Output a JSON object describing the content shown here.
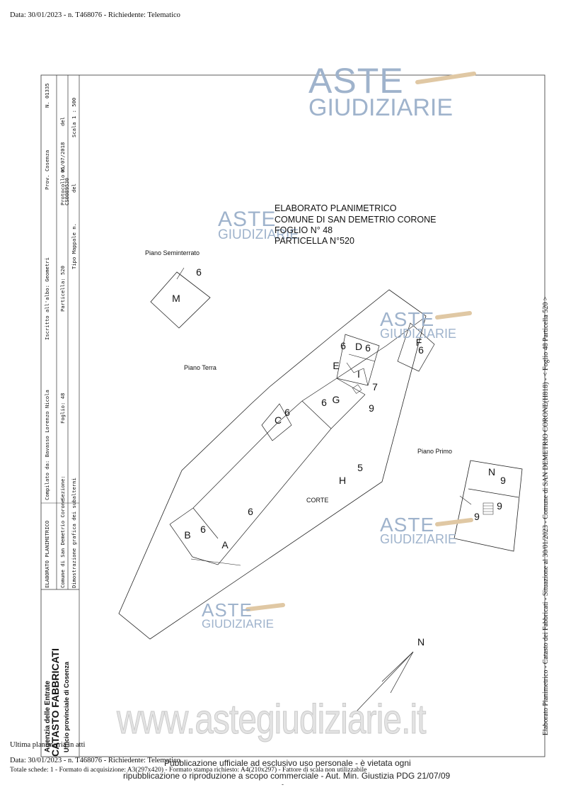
{
  "header": {
    "line": "Data: 30/01/2023 - n. T468076 - Richiedente: Telematico"
  },
  "title_block": {
    "line1": "ELABORATO PLANIMETRICO",
    "line2": "COMUNE DI SAN DEMETRIO CORONE",
    "line3": "FOGLIO N° 48",
    "line4": "PARTICELLA N°520"
  },
  "cartouche": {
    "title": "ELABORATO PLANIMETRICO",
    "compilato": "Compilato da: Bavasso Lorenzo Nicola",
    "iscritto": "Iscritto all'albo: Geometri",
    "prov": "Prov. Cosenza",
    "n_albo": "N. 01335",
    "comune": "Comune di San Demetrio Corone",
    "sezione": "Sezione:",
    "foglio": "Foglio: 48",
    "particella": "Particella: 520",
    "protocollo": "Protocollo n.",
    "prot_num": "CS0089530",
    "del": "del",
    "prot_date": "05/07/2018",
    "dimostrazione": "Dimostrazione grafica dei subalterni",
    "tipo_mappale": "Tipo Mappale n.",
    "del2": "del",
    "scala": "Scala 1 : 500"
  },
  "agency": {
    "line1": "Agenzia delle Entrate",
    "line2": "CATASTO FABBRICATI",
    "line3": "Ufficio provinciale di  Cosenza"
  },
  "side_caption": "Elaborato Planimetrico - Catasto dei Fabbricati - Situazione al 30/01/2023 - Comune di SAN DEMETRIO CORONE(H818) - < Foglio 48 Particella 520 >",
  "floors": {
    "seminterrato": "Piano  Seminterrato",
    "terra": "Piano Terra",
    "primo": "Piano Primo",
    "corte": "CORTE"
  },
  "units": {
    "m": "M",
    "m_num": "6",
    "b": "B",
    "b_num": "6",
    "a": "A",
    "a_num": "6",
    "c": "C",
    "c_num": "6",
    "g": "G",
    "g_num": "6",
    "d": "D",
    "d_num": "6",
    "e": "E",
    "e_num6": "6",
    "i": "I",
    "i_num": "7",
    "f": "F",
    "f_num": "6",
    "h": "H",
    "h_num5": "5",
    "h_num9": "9",
    "n": "N",
    "n_num": "9",
    "p1_num9a": "9",
    "p1_num9b": "9"
  },
  "north": "N",
  "watermark": {
    "aste": "ASTE",
    "giudiziarie": "GIUDIZIARIE",
    "site": "www.astegiudiziarie.it"
  },
  "footer": {
    "ultima": "Ultima planimetria in atti",
    "data": "Data: 30/01/2023 - n. T468076 - Richiedente: Telematico",
    "totale": "Totale schede: 1 - Formato di acquisizione: A3(297x420) - Formato stampa richiesto: A4(210x297) - Fattore di scala non utilizzabile",
    "notice1": "Pubblicazione ufficiale ad esclusivo uso personale - è vietata ogni",
    "notice2": "ripubblicazione o riproduzione a scopo commerciale - Aut. Min. Giustizia PDG 21/07/09",
    "dash": "-"
  }
}
